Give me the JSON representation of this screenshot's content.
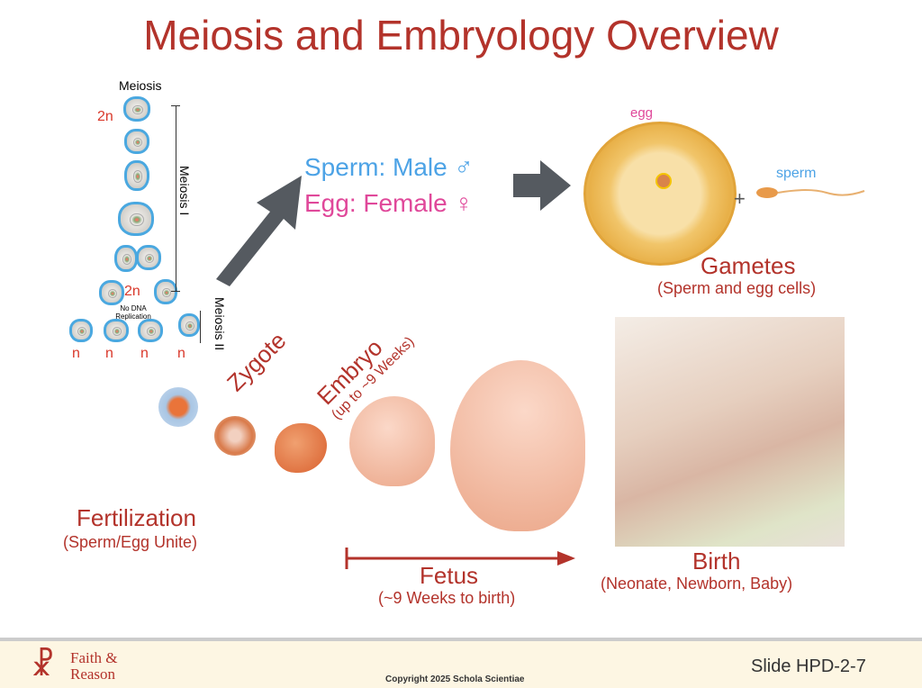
{
  "title": "Meiosis and Embryology Overview",
  "meiosis": {
    "heading": "Meiosis",
    "ploidy_2n_top": "2n",
    "ploidy_2n_mid": "2n",
    "no_dna": "No DNA Replication",
    "meiosis_1": "Meiosis I",
    "meiosis_2": "Meiosis II",
    "n_labels": [
      "n",
      "n",
      "n",
      "n"
    ]
  },
  "gametes_legend": {
    "sperm": "Sperm: Male ♂",
    "egg": "Egg: Female ♀",
    "sperm_color": "#4da3e6",
    "egg_color": "#e0489a"
  },
  "gametes": {
    "egg_label": "egg",
    "sperm_label": "sperm",
    "plus": "+",
    "title": "Gametes",
    "subtitle": "(Sperm and egg cells)"
  },
  "stages": {
    "zygote": "Zygote",
    "embryo": "Embryo",
    "embryo_sub": "(up to ~9 Weeks)",
    "fertilization": "Fertilization",
    "fertilization_sub": "(Sperm/Egg Unite)",
    "fetus": "Fetus",
    "fetus_sub": "(~9 Weeks to birth)",
    "birth": "Birth",
    "birth_sub": "(Neonate, Newborn, Baby)"
  },
  "footer": {
    "logo_text_1": "Faith &",
    "logo_text_2": "Reason",
    "copyright": "Copyright 2025 Schola Scientiae",
    "slide_id": "Slide HPD-2-7"
  }
}
